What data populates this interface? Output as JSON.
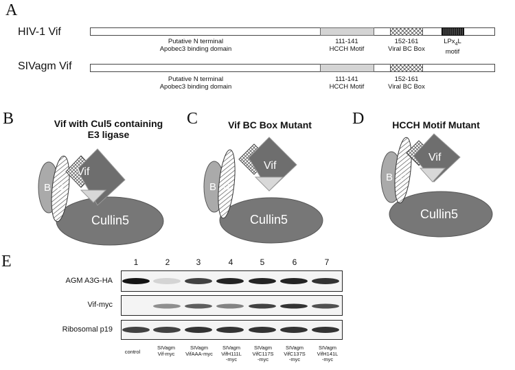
{
  "panel_a": {
    "letter": "A",
    "rows": [
      {
        "name": "HIV-1 Vif",
        "n_term_line1": "Putative N terminal",
        "n_term_line2": "Apobec3 binding domain",
        "hcch_range": "111-141",
        "hcch_label": "HCCH Motif",
        "bc_range": "152-161",
        "bc_label": "Viral BC Box",
        "lp_label": "LPx4L",
        "lp_motif": "motif"
      },
      {
        "name": "SIVagm Vif",
        "n_term_line1": "Putative N terminal",
        "n_term_line2": "Apobec3 binding domain",
        "hcch_range": "111-141",
        "hcch_label": "HCCH Motif",
        "bc_range": "152-161",
        "bc_label": "Viral BC Box"
      }
    ]
  },
  "panel_b": {
    "letter": "B",
    "title_line1": "Vif with Cul5 containing",
    "title_line2": "E3 ligase",
    "b_label": "B",
    "c_label": "C",
    "vif_label": "Vif",
    "cullin_label": "Cullin5"
  },
  "panel_c": {
    "letter": "C",
    "title": "Vif BC Box Mutant",
    "b_label": "B",
    "c_label": "C",
    "vif_label": "Vif",
    "cullin_label": "Cullin5"
  },
  "panel_d": {
    "letter": "D",
    "title": "HCCH Motif Mutant",
    "b_label": "B",
    "c_label": "C",
    "vif_label": "Vif",
    "cullin_label": "Cullin5"
  },
  "panel_e": {
    "letter": "E",
    "lanes": [
      "1",
      "2",
      "3",
      "4",
      "5",
      "6",
      "7"
    ],
    "rows": [
      "AGM A3G-HA",
      "Vif-myc",
      "Ribosomal p19"
    ],
    "band_intensity": {
      "AGM A3G-HA": [
        1.0,
        0.15,
        0.85,
        0.95,
        0.95,
        0.95,
        0.9
      ],
      "Vif-myc": [
        0.0,
        0.55,
        0.75,
        0.6,
        0.85,
        0.9,
        0.8
      ],
      "Ribosomal p19": [
        0.85,
        0.85,
        0.9,
        0.9,
        0.9,
        0.9,
        0.9
      ]
    },
    "x_labels": [
      [
        "control"
      ],
      [
        "SIVagm",
        "Vif-myc"
      ],
      [
        "SIVagm",
        "VifAAA-myc"
      ],
      [
        "SIVagm",
        "VifH111L",
        "-myc"
      ],
      [
        "SIVagm",
        "VifC117S",
        "-myc"
      ],
      [
        "SIVagm",
        "VifC137S",
        "-myc"
      ],
      [
        "SIVagm",
        "VifH141L",
        "-myc"
      ]
    ]
  }
}
